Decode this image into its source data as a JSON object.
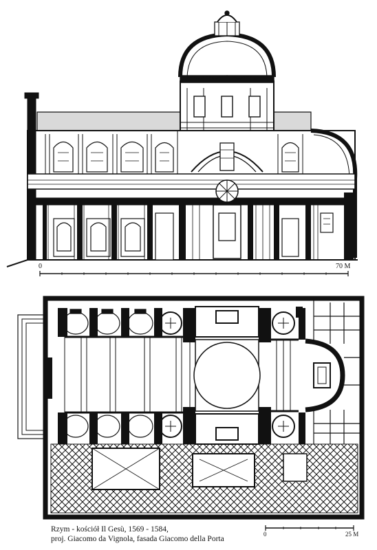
{
  "section_scale": {
    "start_label": "0",
    "end_label": "70 M"
  },
  "plan_scale": {
    "start_label": "0",
    "end_label": "25 M"
  },
  "caption": {
    "line1": "Rzym - kościół Il Gesù, 1569 - 1584,",
    "line2": "proj. Giacomo da Vignola, fasada Giacomo della Porta"
  },
  "colors": {
    "ink": "#111111",
    "roof_fill": "#d9d9d9",
    "paper": "#ffffff"
  }
}
